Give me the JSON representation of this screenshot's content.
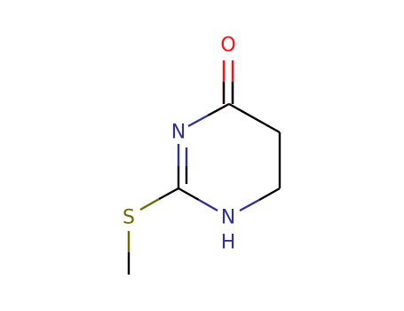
{
  "molecule": {
    "atoms": {
      "oxygen": "O",
      "nitrogen_imine": "N",
      "nitrogen_amine": "N",
      "amine_hydrogen": "H",
      "sulfur": "S"
    }
  },
  "colors": {
    "background": "#ffffff",
    "bond": "#000000",
    "oxygen": "#ff0d0d",
    "nitrogen": "#30309b",
    "sulfur": "#6b6b00"
  }
}
